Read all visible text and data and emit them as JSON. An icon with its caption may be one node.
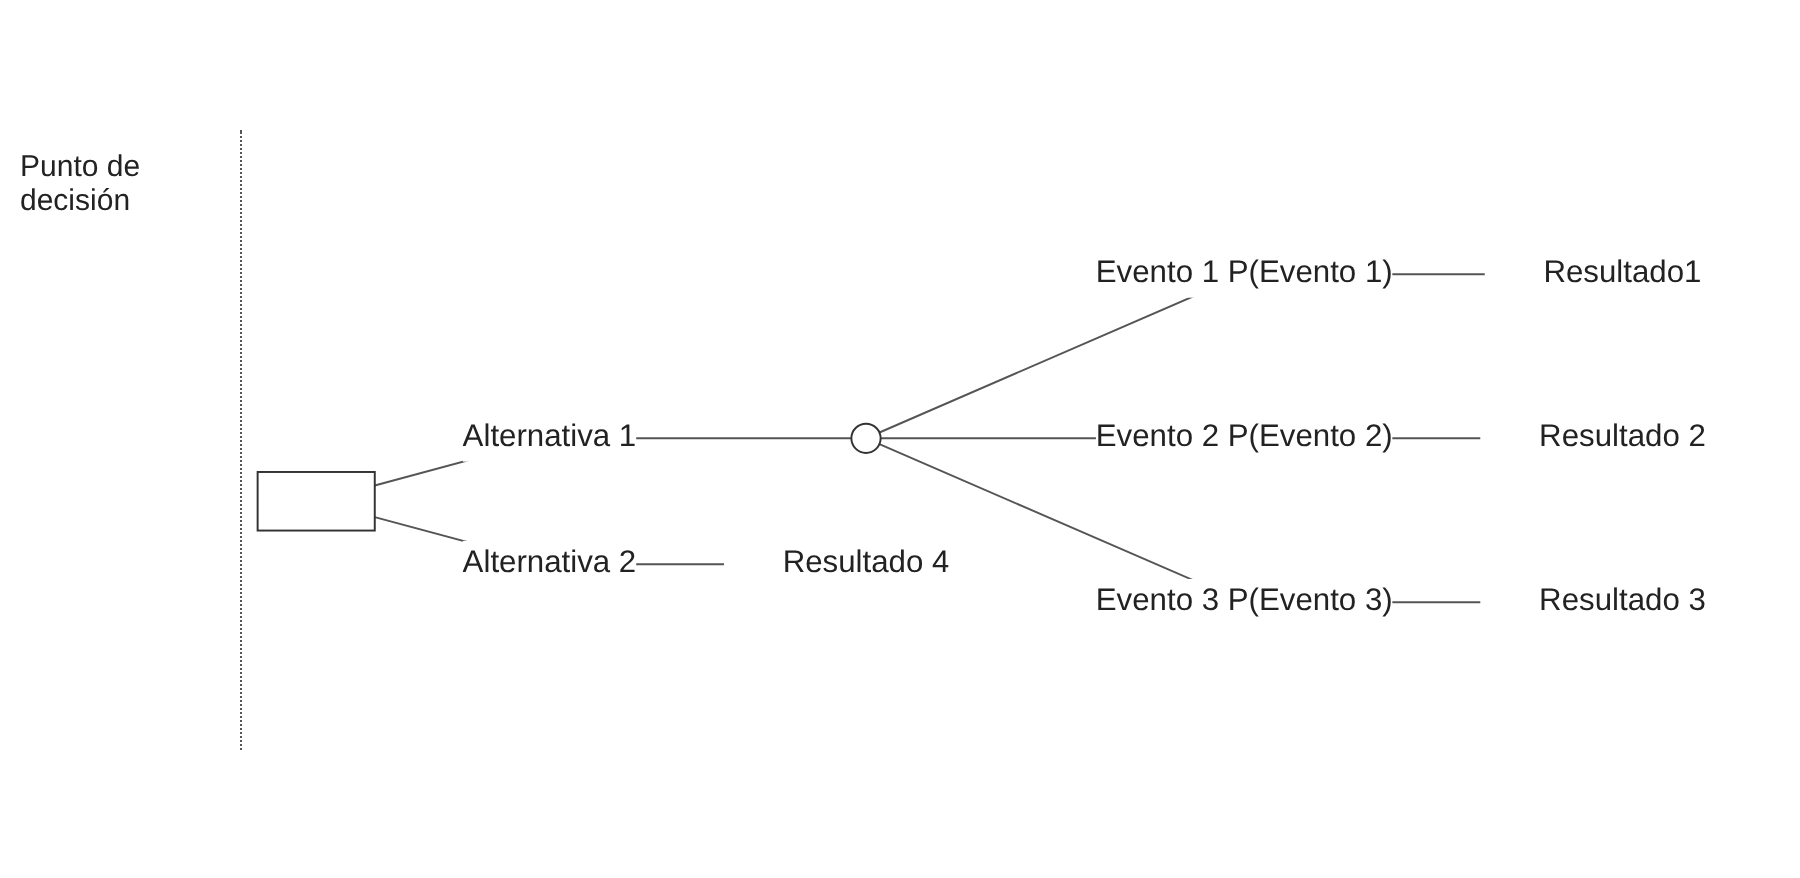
{
  "diagram": {
    "nodes": [
      {
        "text": [],
        "shape": "box"
      },
      {
        "text": [],
        "shape": "circle"
      },
      {
        "text": [
          "Resultado1"
        ]
      },
      {
        "text": [
          "Resultado 2"
        ]
      },
      {
        "text": [
          "Resultado 3"
        ]
      },
      {
        "text": [
          "Resultado 4"
        ]
      }
    ],
    "edges": [
      {
        "from": 0,
        "to": 1,
        "arrow": "none",
        "label": "Alternativa 1"
      },
      {
        "from": 1,
        "to": 2,
        "arrow": "none",
        "label": "Evento 1 P(Evento 1)"
      },
      {
        "from": 1,
        "to": 3,
        "arrow": "none",
        "label": "Evento 2 P(Evento 2)"
      },
      {
        "from": 1,
        "to": 4,
        "arrow": "none",
        "label": "Evento 3 P(Evento 3)"
      },
      {
        "from": 0,
        "to": 5,
        "arrow": "none",
        "label": "Alternativa 2"
      }
    ],
    "labels": [
      "Punto de decisión"
    ]
  }
}
